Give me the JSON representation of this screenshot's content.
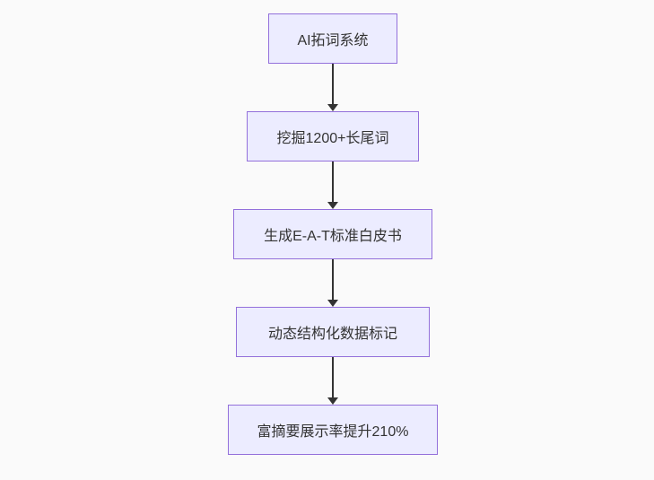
{
  "diagram": {
    "type": "flowchart",
    "direction": "top-down",
    "nodes": [
      {
        "id": "n0",
        "label": "AI拓词系统"
      },
      {
        "id": "n1",
        "label": "挖掘1200+长尾词"
      },
      {
        "id": "n2",
        "label": "生成E-A-T标准白皮书"
      },
      {
        "id": "n3",
        "label": "动态结构化数据标记"
      },
      {
        "id": "n4",
        "label": "富摘要展示率提升210%"
      }
    ],
    "edges": [
      {
        "from": "n0",
        "to": "n1"
      },
      {
        "from": "n1",
        "to": "n2"
      },
      {
        "from": "n2",
        "to": "n3"
      },
      {
        "from": "n3",
        "to": "n4"
      }
    ]
  },
  "colors": {
    "background": "#fafafa",
    "node_fill": "#ECECFF",
    "node_border": "#9370DB",
    "arrow": "#333333",
    "text": "#333333"
  }
}
